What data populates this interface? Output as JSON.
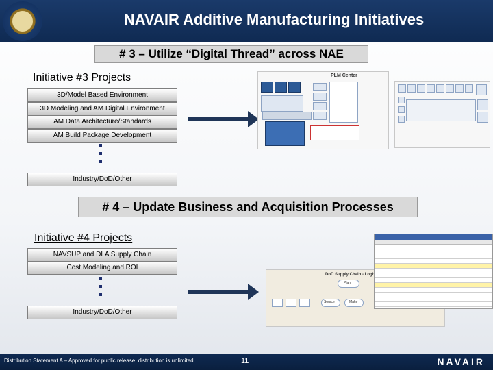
{
  "header": {
    "title": "NAVAIR Additive Manufacturing Initiatives"
  },
  "section3": {
    "banner": "# 3 – Utilize “Digital Thread” across NAE",
    "label": "Initiative #3 Projects",
    "projects": [
      "3D/Model Based Environment",
      "3D Modeling and AM Digital Environment",
      "AM Data Architecture/Standards",
      "AM Build Package Development"
    ],
    "last_project": "Industry/DoD/Other",
    "figure_labels": {
      "plm": "PLM Center"
    }
  },
  "section4": {
    "banner": "# 4 – Update Business and Acquisition Processes",
    "label": "Initiative #4 Projects",
    "projects": [
      "NAVSUP and DLA Supply Chain",
      "Cost Modeling and ROI"
    ],
    "last_project": "Industry/DoD/Other",
    "figure_labels": {
      "chain_title": "DoD Supply Chain - Logistics",
      "source": "Source",
      "make": "Make",
      "plan": "Plan"
    }
  },
  "footer": {
    "statement": "Distribution Statement A – Approved for public release: distribution is unlimited",
    "page": "11",
    "logo_text": "NAVAIR"
  },
  "colors": {
    "header": "#0f2a52",
    "arrow": "#1f3558",
    "banner": "#d9d9d9"
  }
}
